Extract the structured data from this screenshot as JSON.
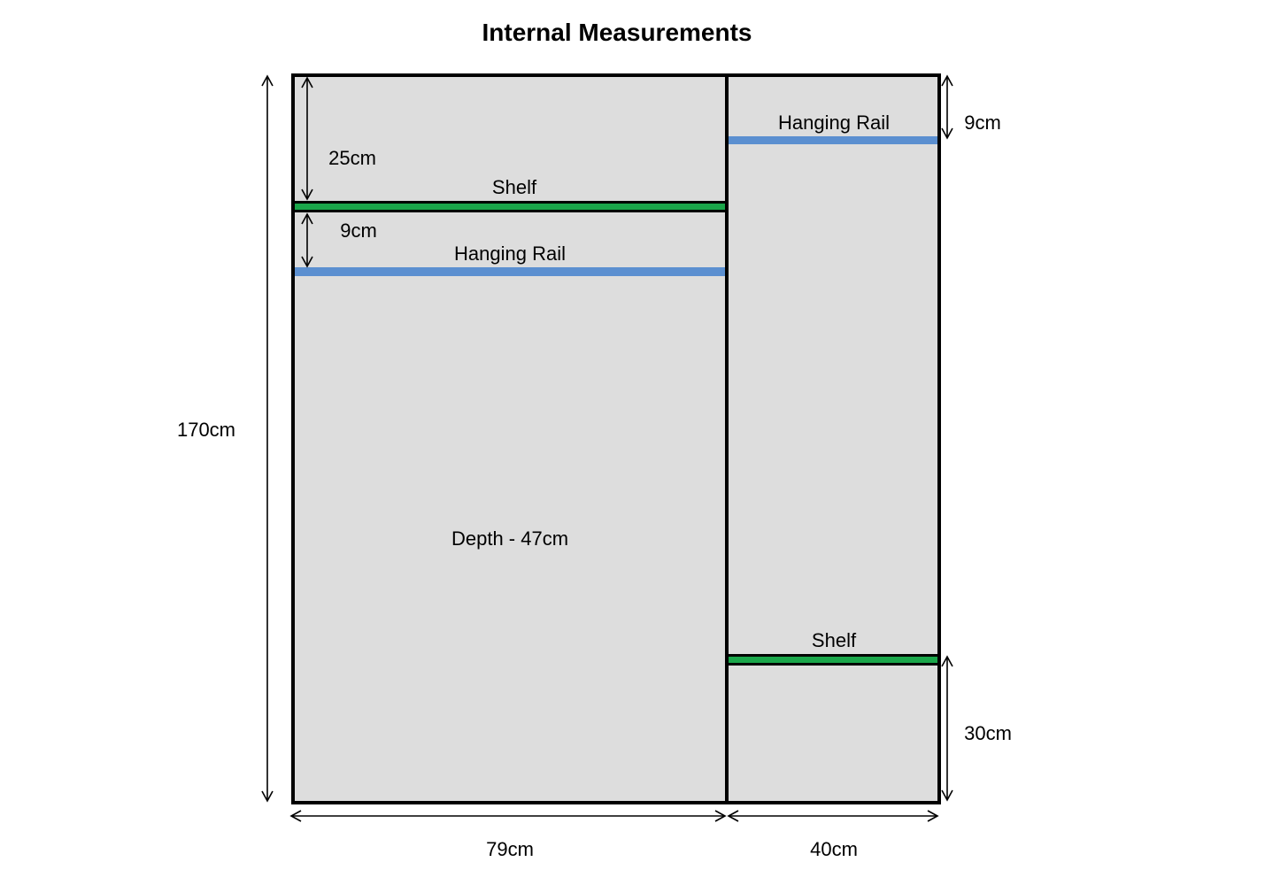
{
  "title": "Internal Measurements",
  "colors": {
    "background": "#ffffff",
    "panel_fill": "#dddddd",
    "outline": "#000000",
    "shelf": "#1aa64a",
    "hanging_rail": "#5b8fd0"
  },
  "left_section": {
    "top_gap": "25cm",
    "shelf_label": "Shelf",
    "rail_gap": "9cm",
    "rail_label": "Hanging Rail",
    "depth_label": "Depth - 47cm",
    "width": "79cm"
  },
  "right_section": {
    "rail_label": "Hanging Rail",
    "rail_gap": "9cm",
    "shelf_label": "Shelf",
    "bottom_gap": "30cm",
    "width": "40cm"
  },
  "overall_height": "170cm"
}
